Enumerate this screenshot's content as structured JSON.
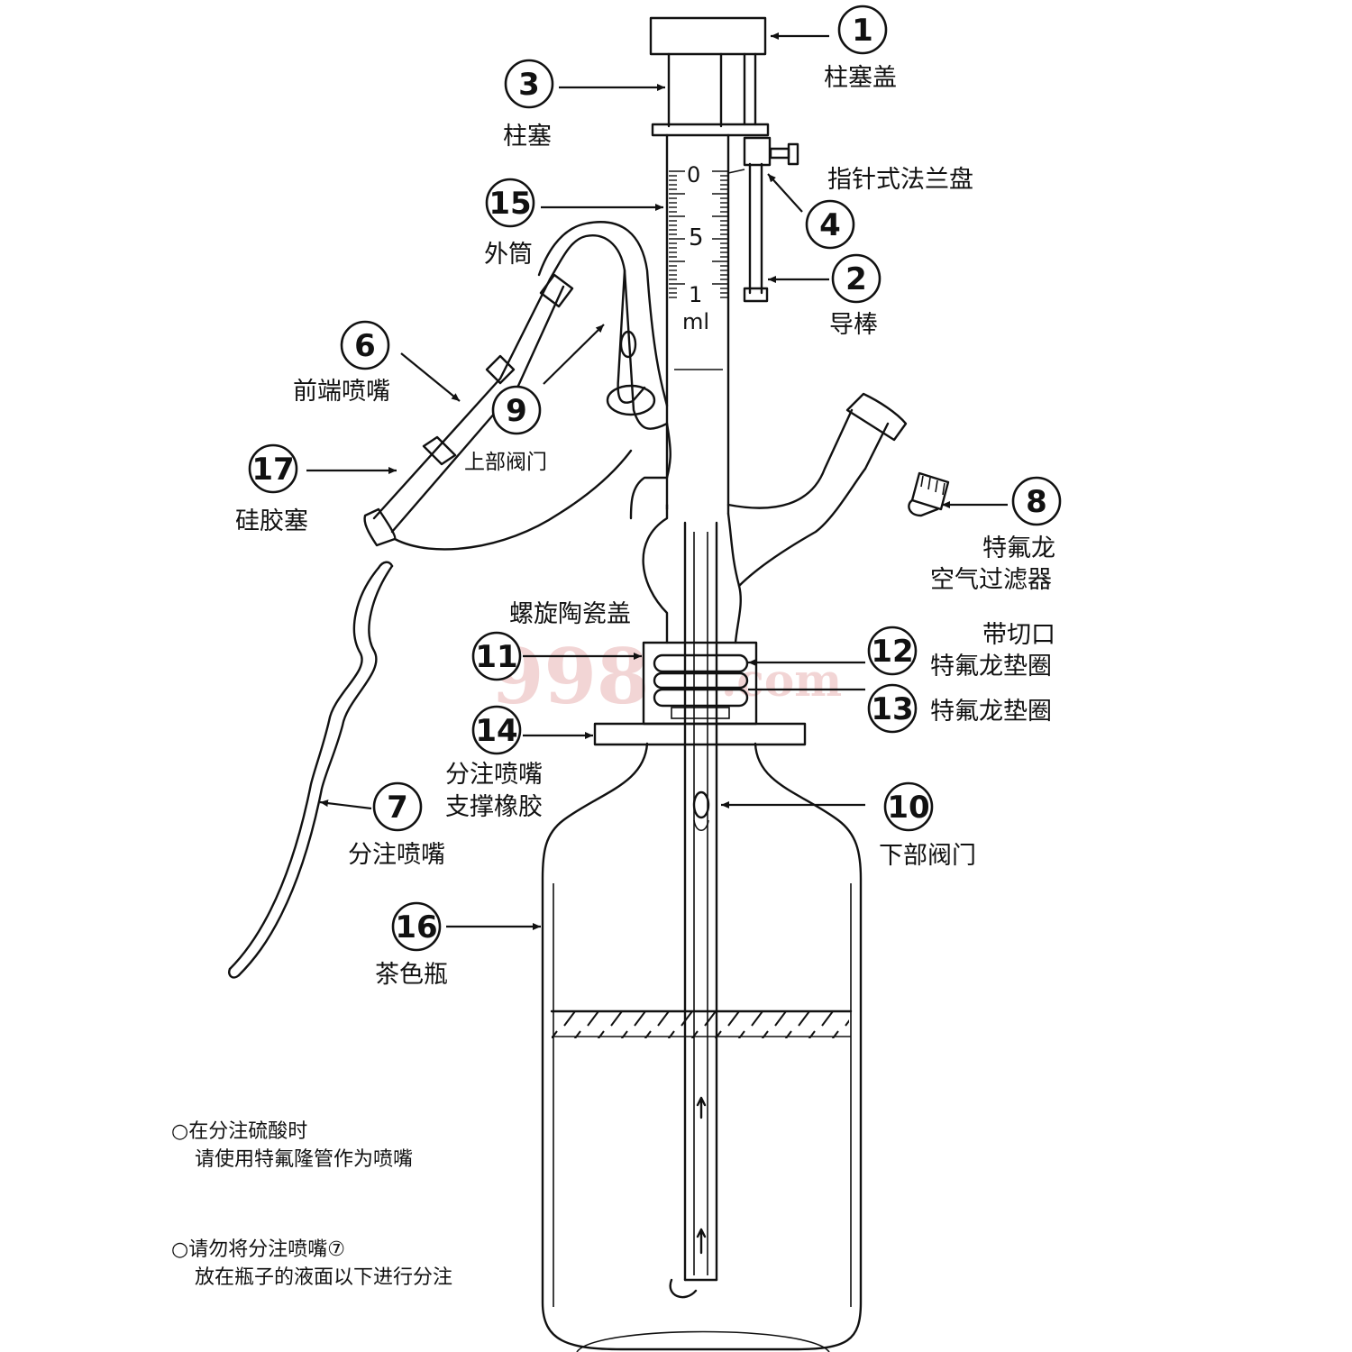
{
  "watermark": {
    "main": "998",
    "suffix": ".com"
  },
  "scale": {
    "top": "0",
    "mid": "5",
    "bottom": "1",
    "unit": "ml"
  },
  "parts": [
    {
      "id": "p1",
      "num": "1",
      "lines": [
        "柱塞盖"
      ]
    },
    {
      "id": "p2",
      "num": "2",
      "lines": [
        "导棒"
      ]
    },
    {
      "id": "p3",
      "num": "3",
      "lines": [
        "柱塞"
      ]
    },
    {
      "id": "p4",
      "num": "4",
      "lines": [
        "指针式法兰盘"
      ]
    },
    {
      "id": "p6",
      "num": "6",
      "lines": [
        "前端喷嘴"
      ]
    },
    {
      "id": "p7",
      "num": "7",
      "lines": [
        "分注喷嘴"
      ]
    },
    {
      "id": "p8",
      "num": "8",
      "lines": [
        "特氟龙",
        "空气过滤器"
      ]
    },
    {
      "id": "p9",
      "num": "9",
      "lines": [
        "上部阀门"
      ]
    },
    {
      "id": "p10",
      "num": "10",
      "lines": [
        "下部阀门"
      ]
    },
    {
      "id": "p11",
      "num": "11",
      "lines": [
        "螺旋陶瓷盖"
      ]
    },
    {
      "id": "p12",
      "num": "12",
      "lines": [
        "带切口",
        "特氟龙垫圈"
      ]
    },
    {
      "id": "p13",
      "num": "13",
      "lines": [
        "特氟龙垫圈"
      ]
    },
    {
      "id": "p14",
      "num": "14",
      "lines": [
        "分注喷嘴",
        "支撑橡胶"
      ]
    },
    {
      "id": "p15",
      "num": "15",
      "lines": [
        "外筒"
      ]
    },
    {
      "id": "p16",
      "num": "16",
      "lines": [
        "茶色瓶"
      ]
    },
    {
      "id": "p17",
      "num": "17",
      "lines": [
        "硅胶塞"
      ]
    }
  ],
  "notes": [
    {
      "line1": "○在分注硫酸时",
      "line2": "请使用特氟隆管作为喷嘴"
    },
    {
      "line1": "○请勿将分注喷嘴⑦",
      "line2": "放在瓶子的液面以下进行分注"
    }
  ]
}
